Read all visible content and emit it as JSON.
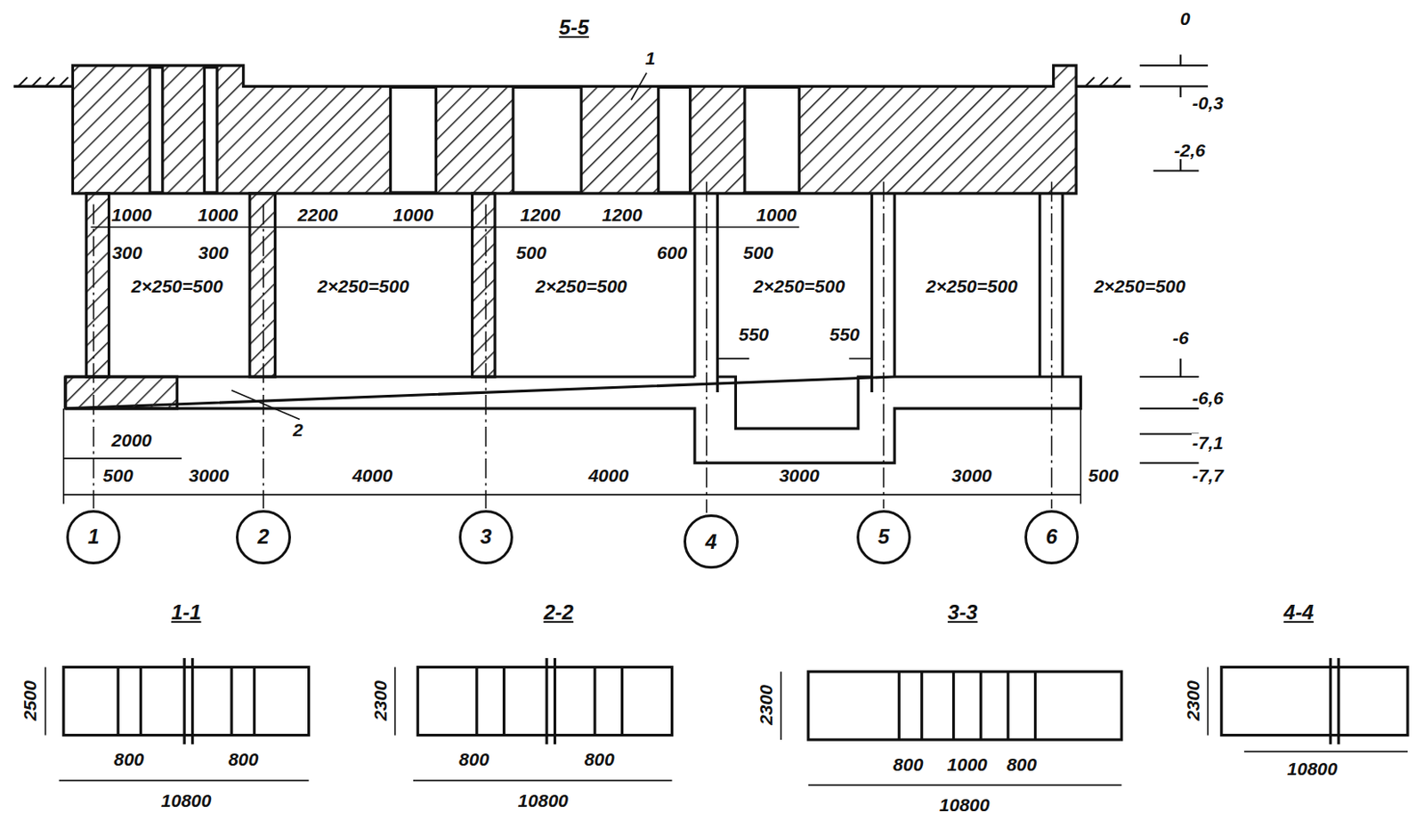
{
  "diagram": {
    "title": "5-5",
    "nodes": [
      {
        "text": [
          "1"
        ]
      },
      {
        "text": [
          "2"
        ]
      },
      {
        "text": [
          "3"
        ]
      },
      {
        "text": [
          "4"
        ]
      },
      {
        "text": [
          "5"
        ]
      },
      {
        "text": [
          "6"
        ]
      }
    ],
    "labels": [
      "0",
      "-0,3",
      "-2,6",
      "-6",
      "-6,6",
      "-7,1",
      "-7,7",
      "1",
      "2",
      "1000",
      "1000",
      "2200",
      "1000",
      "1200",
      "1200",
      "1000",
      "300",
      "300",
      "500",
      "600",
      "500",
      "2×250=500",
      "2×250=500",
      "2×250=500",
      "2×250=500",
      "2×250=500",
      "2×250=500",
      "550",
      "550",
      "2000",
      "500",
      "3000",
      "4000",
      "4000",
      "3000",
      "3000",
      "500",
      "1-1",
      "2500",
      "800",
      "800",
      "10800",
      "2-2",
      "2300",
      "800",
      "800",
      "10800",
      "3-3",
      "2300",
      "800",
      "1000",
      "800",
      "10800",
      "4-4",
      "2300",
      "10800"
    ]
  }
}
